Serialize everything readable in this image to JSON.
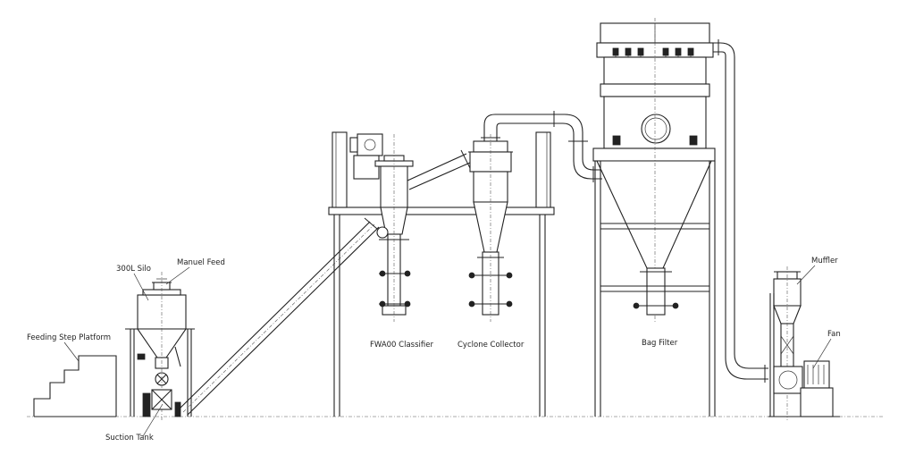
{
  "labels": {
    "platform": "Feeding Step Platform",
    "silo": "300L Silo",
    "manual_feed": "Manuel Feed",
    "suction_tank": "Suction Tank",
    "classifier": "FWA00 Classifier",
    "cyclone": "Cyclone Collector",
    "bag_filter": "Bag Filter",
    "muffler": "Muffler",
    "fan": "Fan"
  },
  "colors": {
    "line": "#222222",
    "background": "#ffffff"
  }
}
